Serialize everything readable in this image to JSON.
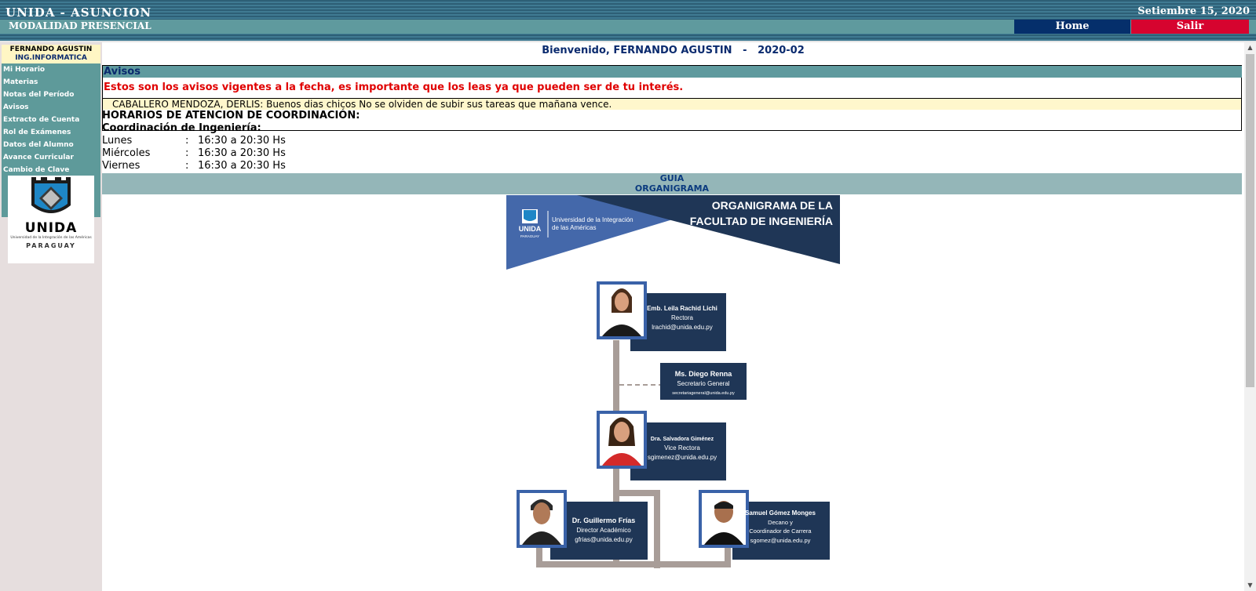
{
  "header": {
    "title": "UNIDA - ASUNCION",
    "date": "Setiembre 15, 2020",
    "modalidad": "MODALIDAD PRESENCIAL",
    "home_label": "Home",
    "salir_label": "Salir",
    "colors": {
      "home_bg": "#052f6b",
      "salir_bg": "#d6042f",
      "bar_bg": "#5f9a9e"
    }
  },
  "sidebar": {
    "user_name": "FERNANDO AGUSTIN",
    "career": "ING.INFORMATICA",
    "items": [
      {
        "label": "Mi Horario"
      },
      {
        "label": "Materias"
      },
      {
        "label": "Notas del Período"
      },
      {
        "label": "Avisos"
      },
      {
        "label": "Extracto de Cuenta"
      },
      {
        "label": "Rol de Exámenes"
      },
      {
        "label": "Datos del Alumno"
      },
      {
        "label": "Avance Curricular"
      },
      {
        "label": "Cambio de Clave"
      }
    ],
    "logo": {
      "name": "UNIDA",
      "subtitle": "Universidad de la Integración de las Américas",
      "country": "PARAGUAY"
    }
  },
  "main": {
    "welcome": "Bienvenido, FERNANDO AGUSTIN   -   2020-02",
    "avisos": {
      "header": "Avisos",
      "message": "Estos son los avisos vigentes a la fecha, es importante que los leas ya que pueden ser de tu interés.",
      "items": [
        {
          "author": "CABALLERO MENDOZA, DERLIS:",
          "text": " Buenos dias chicos No se olviden de subir sus tareas que mañana vence."
        }
      ]
    },
    "horarios": {
      "title": "HORARIOS DE ATENCION DE COORDINACIÓN:",
      "subtitle": "Coordinación de Ingeniería:",
      "rows": [
        {
          "day": "Lunes",
          "sep": ":",
          "hours": "16:30 a 20:30 Hs"
        },
        {
          "day": "Miércoles",
          "sep": ":",
          "hours": "16:30 a 20:30 Hs"
        },
        {
          "day": "Viernes",
          "sep": ":",
          "hours": "16:30 a 20:30 Hs"
        }
      ]
    },
    "guia": {
      "line1": "GUIA",
      "line2": "ORGANIGRAMA"
    },
    "organigrama": {
      "title_line1": "ORGANIGRAMA DE LA",
      "title_line2": "FACULTAD DE INGENIERÍA",
      "banner_logo": "UNIDA",
      "banner_logo_sub": "PARAGUAY",
      "banner_univ_line1": "Universidad de la Integración",
      "banner_univ_line2": "de las Américas",
      "people": [
        {
          "name": "Emb. Leila Rachid Lichi",
          "role": "Rectora",
          "email": "lrachid@unida.edu.py"
        },
        {
          "name": "Ms. Diego Renna",
          "role": "Secretario General",
          "email": "secretariageneral@unida.edu.py"
        },
        {
          "name": "Dra. Salvadora Giménez",
          "role": "Vice Rectora",
          "email": "sgimenez@unida.edu.py"
        },
        {
          "name": "Dr. Guillermo Frías",
          "role": "Director Académico",
          "email": "gfrias@unida.edu.py"
        },
        {
          "name": "Samuel Gómez Monges",
          "role": "Decano y",
          "role2": "Coordinador de Carrera",
          "email": "sgomez@unida.edu.py"
        }
      ]
    }
  }
}
